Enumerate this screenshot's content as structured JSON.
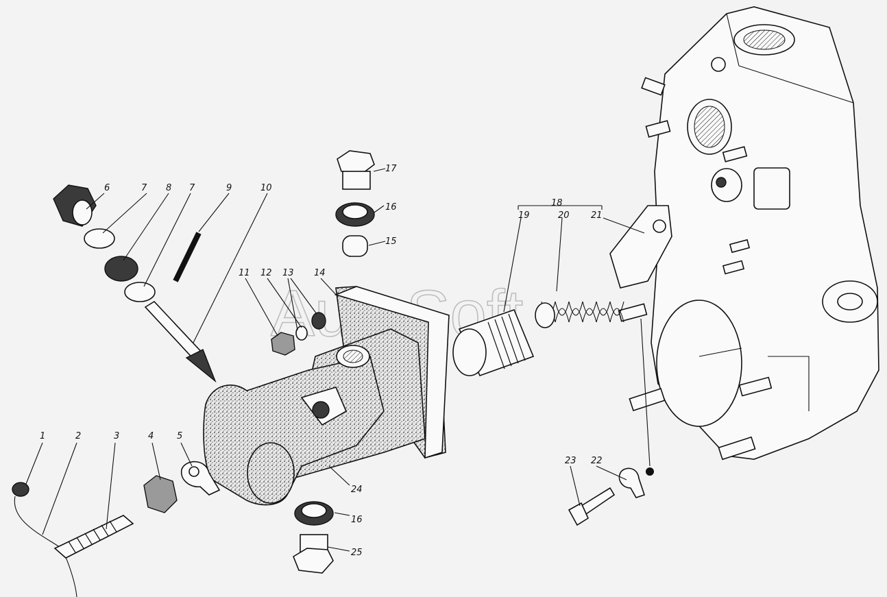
{
  "watermark": "AutoSoft",
  "callouts": [
    "1",
    "2",
    "3",
    "4",
    "5",
    "6",
    "7",
    "8",
    "7",
    "9",
    "10",
    "11",
    "12",
    "13",
    "14",
    "15",
    "16",
    "17",
    "18",
    "19",
    "20",
    "21",
    "22",
    "23",
    "24",
    "16",
    "25"
  ]
}
